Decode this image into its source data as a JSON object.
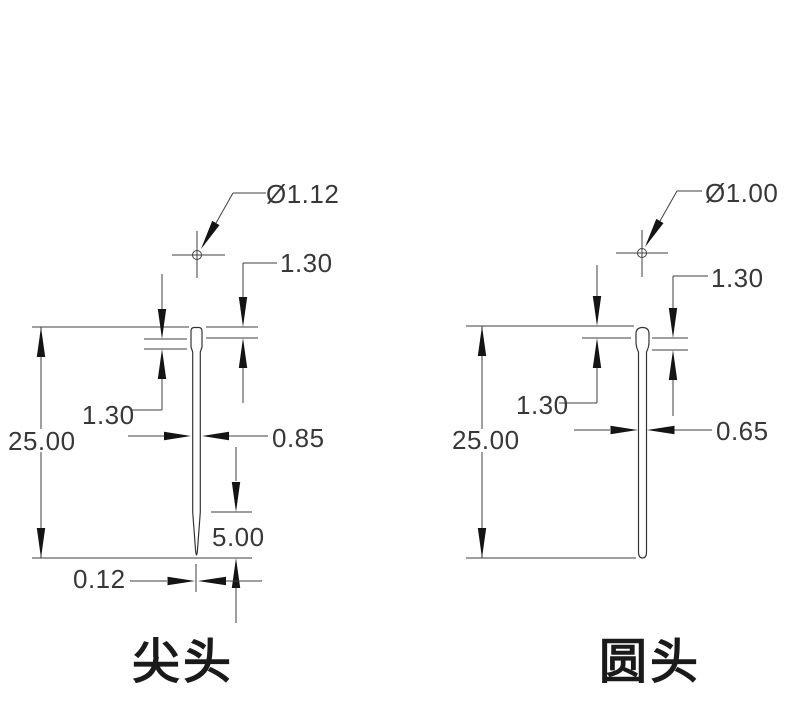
{
  "document": {
    "type": "technical-drawing",
    "background": "#ffffff"
  },
  "colors": {
    "line": "#3f3f3f",
    "outline": "#343434",
    "arrow": "#141414",
    "dim_text": "#383838",
    "label_text": "#1a1a1a"
  },
  "drawings": {
    "pointed": {
      "name_label": "尖头",
      "dim_diameter": "Ø1.12",
      "dim_head_length": "1.30",
      "dim_neck_length": "1.30",
      "dim_total_length": "25.00",
      "dim_shaft_width": "0.85",
      "dim_taper_length": "5.00",
      "dim_tip_width": "0.12"
    },
    "round": {
      "name_label": "圆头",
      "dim_diameter": "Ø1.00",
      "dim_head_length": "1.30",
      "dim_neck_length": "1.30",
      "dim_total_length": "25.00",
      "dim_shaft_width": "0.65"
    }
  }
}
